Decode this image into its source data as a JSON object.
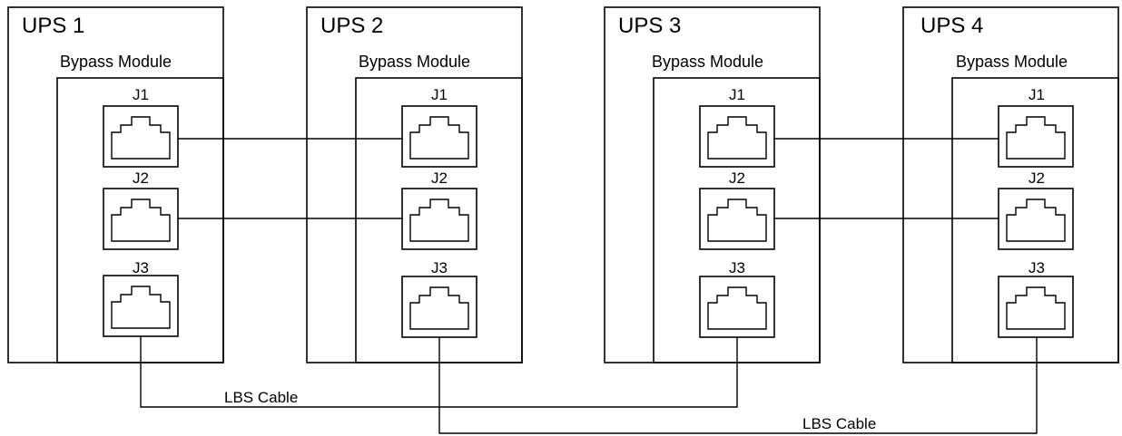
{
  "units": [
    {
      "name": "UPS 1",
      "module_label": "Bypass Module",
      "ports": [
        "J1",
        "J2",
        "J3"
      ]
    },
    {
      "name": "UPS 2",
      "module_label": "Bypass Module",
      "ports": [
        "J1",
        "J2",
        "J3"
      ]
    },
    {
      "name": "UPS 3",
      "module_label": "Bypass Module",
      "ports": [
        "J1",
        "J2",
        "J3"
      ]
    },
    {
      "name": "UPS 4",
      "module_label": "Bypass Module",
      "ports": [
        "J1",
        "J2",
        "J3"
      ]
    }
  ],
  "connections": [
    {
      "from": "UPS 1 J1",
      "to": "UPS 2 J1"
    },
    {
      "from": "UPS 1 J2",
      "to": "UPS 2 J2"
    },
    {
      "from": "UPS 3 J1",
      "to": "UPS 4 J1"
    },
    {
      "from": "UPS 3 J2",
      "to": "UPS 4 J2"
    },
    {
      "from": "UPS 1 J3",
      "to": "UPS 3 J3",
      "label": "LBS Cable"
    },
    {
      "from": "UPS 2 J3",
      "to": "UPS 4 J3",
      "label": "LBS Cable"
    }
  ]
}
